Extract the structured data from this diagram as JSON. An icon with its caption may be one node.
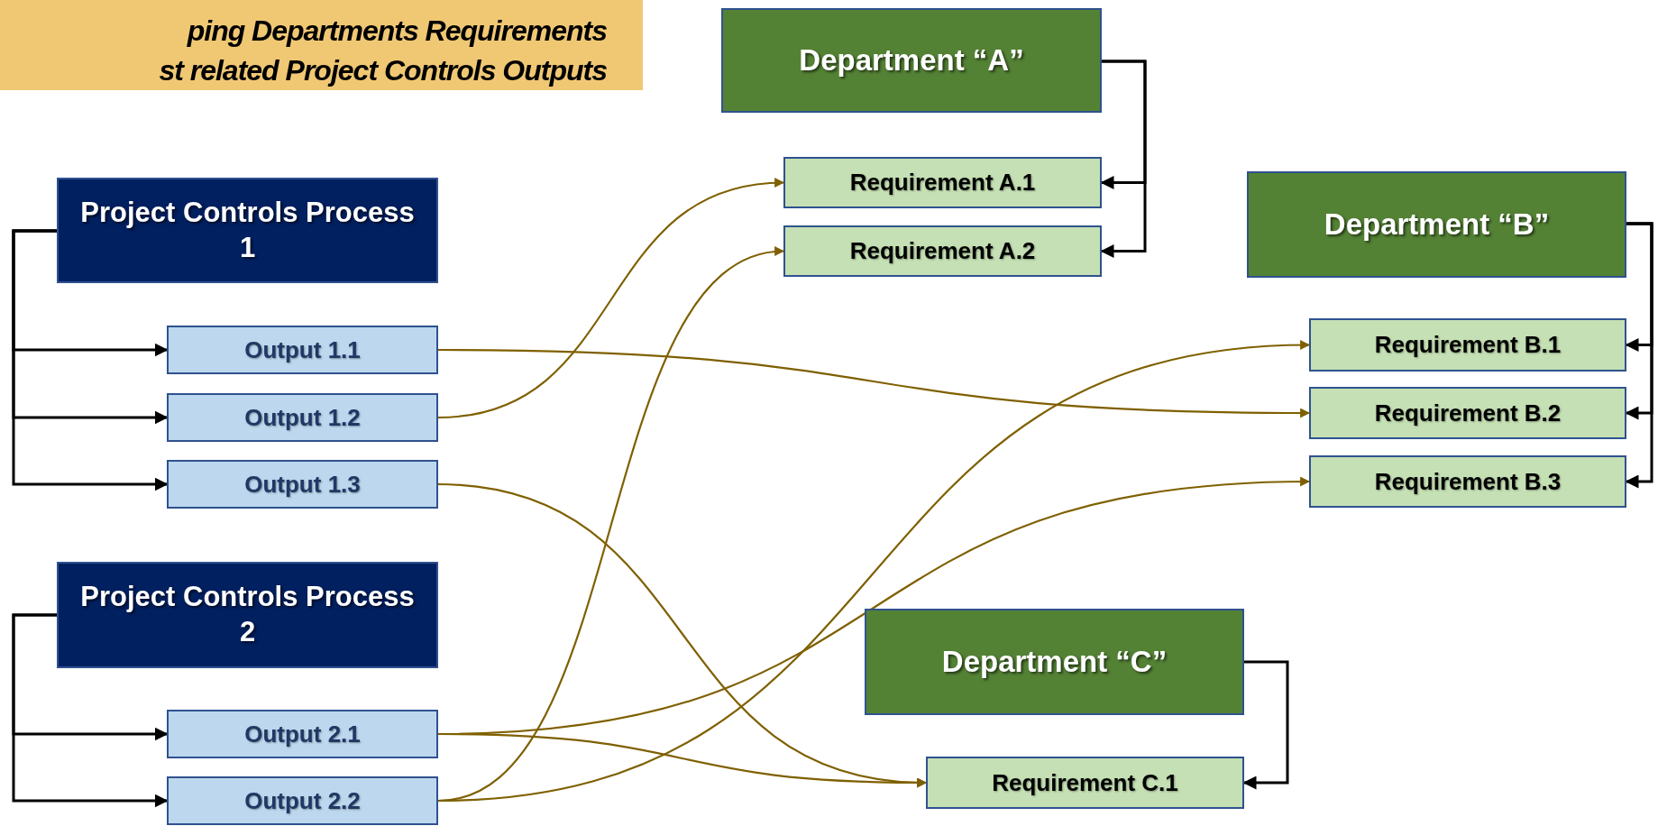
{
  "diagram": {
    "title": "ping Departments Requirements st related Project Controls Outputs",
    "nodes": [
      {
        "text": [
          "Department “A”"
        ]
      },
      {
        "text": [
          "Requirement A.1"
        ]
      },
      {
        "text": [
          "Requirement A.2"
        ]
      },
      {
        "text": [
          "Department “B”"
        ]
      },
      {
        "text": [
          "Requirement B.1"
        ]
      },
      {
        "text": [
          "Requirement B.2"
        ]
      },
      {
        "text": [
          "Requirement B.3"
        ]
      },
      {
        "text": [
          "Project Controls Process 1"
        ]
      },
      {
        "text": [
          "Output 1.1"
        ]
      },
      {
        "text": [
          "Output 1.2"
        ]
      },
      {
        "text": [
          "Output 1.3"
        ]
      },
      {
        "text": [
          "Project Controls Process 2"
        ]
      },
      {
        "text": [
          "Output 2.1"
        ]
      },
      {
        "text": [
          "Output 2.2"
        ]
      },
      {
        "text": [
          "Department “C”"
        ]
      },
      {
        "text": [
          "Requirement C.1"
        ]
      }
    ],
    "edges": [
      {
        "from": 0,
        "to": 1,
        "arrow": "to"
      },
      {
        "from": 0,
        "to": 2,
        "arrow": "to"
      },
      {
        "from": 3,
        "to": 4,
        "arrow": "to"
      },
      {
        "from": 3,
        "to": 5,
        "arrow": "to"
      },
      {
        "from": 3,
        "to": 6,
        "arrow": "to"
      },
      {
        "from": 7,
        "to": 8,
        "arrow": "to"
      },
      {
        "from": 7,
        "to": 9,
        "arrow": "to"
      },
      {
        "from": 7,
        "to": 10,
        "arrow": "to"
      },
      {
        "from": 11,
        "to": 12,
        "arrow": "to"
      },
      {
        "from": 11,
        "to": 13,
        "arrow": "to"
      },
      {
        "from": 14,
        "to": 15,
        "arrow": "to"
      },
      {
        "from": 8,
        "to": 5,
        "arrow": "to",
        "color": "#7f6000"
      },
      {
        "from": 9,
        "to": 1,
        "arrow": "to",
        "color": "#7f6000"
      },
      {
        "from": 10,
        "to": 15,
        "arrow": "to",
        "color": "#7f6000"
      },
      {
        "from": 12,
        "to": 6,
        "arrow": "to",
        "color": "#7f6000"
      },
      {
        "from": 12,
        "to": 15,
        "arrow": "to",
        "color": "#7f6000"
      },
      {
        "from": 13,
        "to": 2,
        "arrow": "to",
        "color": "#7f6000"
      },
      {
        "from": 13,
        "to": 4,
        "arrow": "to",
        "color": "#7f6000"
      }
    ]
  }
}
